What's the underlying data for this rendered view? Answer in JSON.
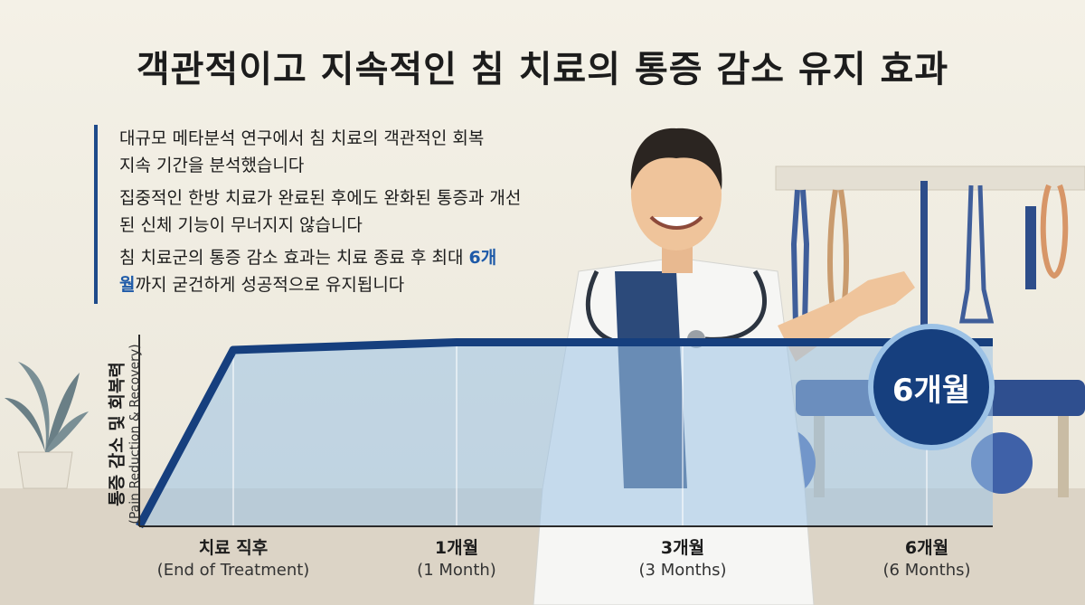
{
  "title": "객관적이고 지속적인 침 치료의 통증 감소 유지 효과",
  "intro": {
    "paragraph_1": "대규모 메타분석 연구에서 침 치료의 객관적인 회복 지속 기간을 분석했습니다",
    "paragraph_2": "집중적인 한방 치료가 완료된 후에도 완화된 통증과 개선된 신체 기능이 무너지지 않습니다",
    "paragraph_3_lead": "침 치료군의 통증 감소 효과는 치료 종료 후 최대",
    "paragraph_3_highlight": "6개월",
    "paragraph_3_tail": "까지 굳건하게 성공적으로 유지됩니다"
  },
  "colors": {
    "line": "#163f7e",
    "area": "#9cc2e6",
    "highlight": "#1e5aa8",
    "badge": "#163f7e"
  },
  "chart_data": {
    "type": "area",
    "title": "객관적이고 지속적인 침 치료의 통증 감소 유지 효과",
    "ylabel": "통증 감소 및 회복력",
    "ylabel_en": "(Pain Reduction & Recovery)",
    "xlabel": "",
    "categories": [
      {
        "ko": "치료 직후",
        "en": "(End of Treatment)"
      },
      {
        "ko": "1개월",
        "en": "(1 Month)"
      },
      {
        "ko": "3개월",
        "en": "(3 Months)"
      },
      {
        "ko": "6개월",
        "en": "(6 Months)"
      }
    ],
    "x": [
      0,
      1,
      3,
      6
    ],
    "series": [
      {
        "values": [
          0.92,
          0.96,
          0.96,
          0.96
        ]
      }
    ],
    "start_value": 0,
    "ylim": [
      0,
      1
    ],
    "y_ticks_shown": false,
    "grid": "vertical",
    "annotation": "6개월",
    "icons": [
      "doctor-figure",
      "plant-icon",
      "exercise-ball-icon",
      "resistance-bands-icon"
    ]
  }
}
